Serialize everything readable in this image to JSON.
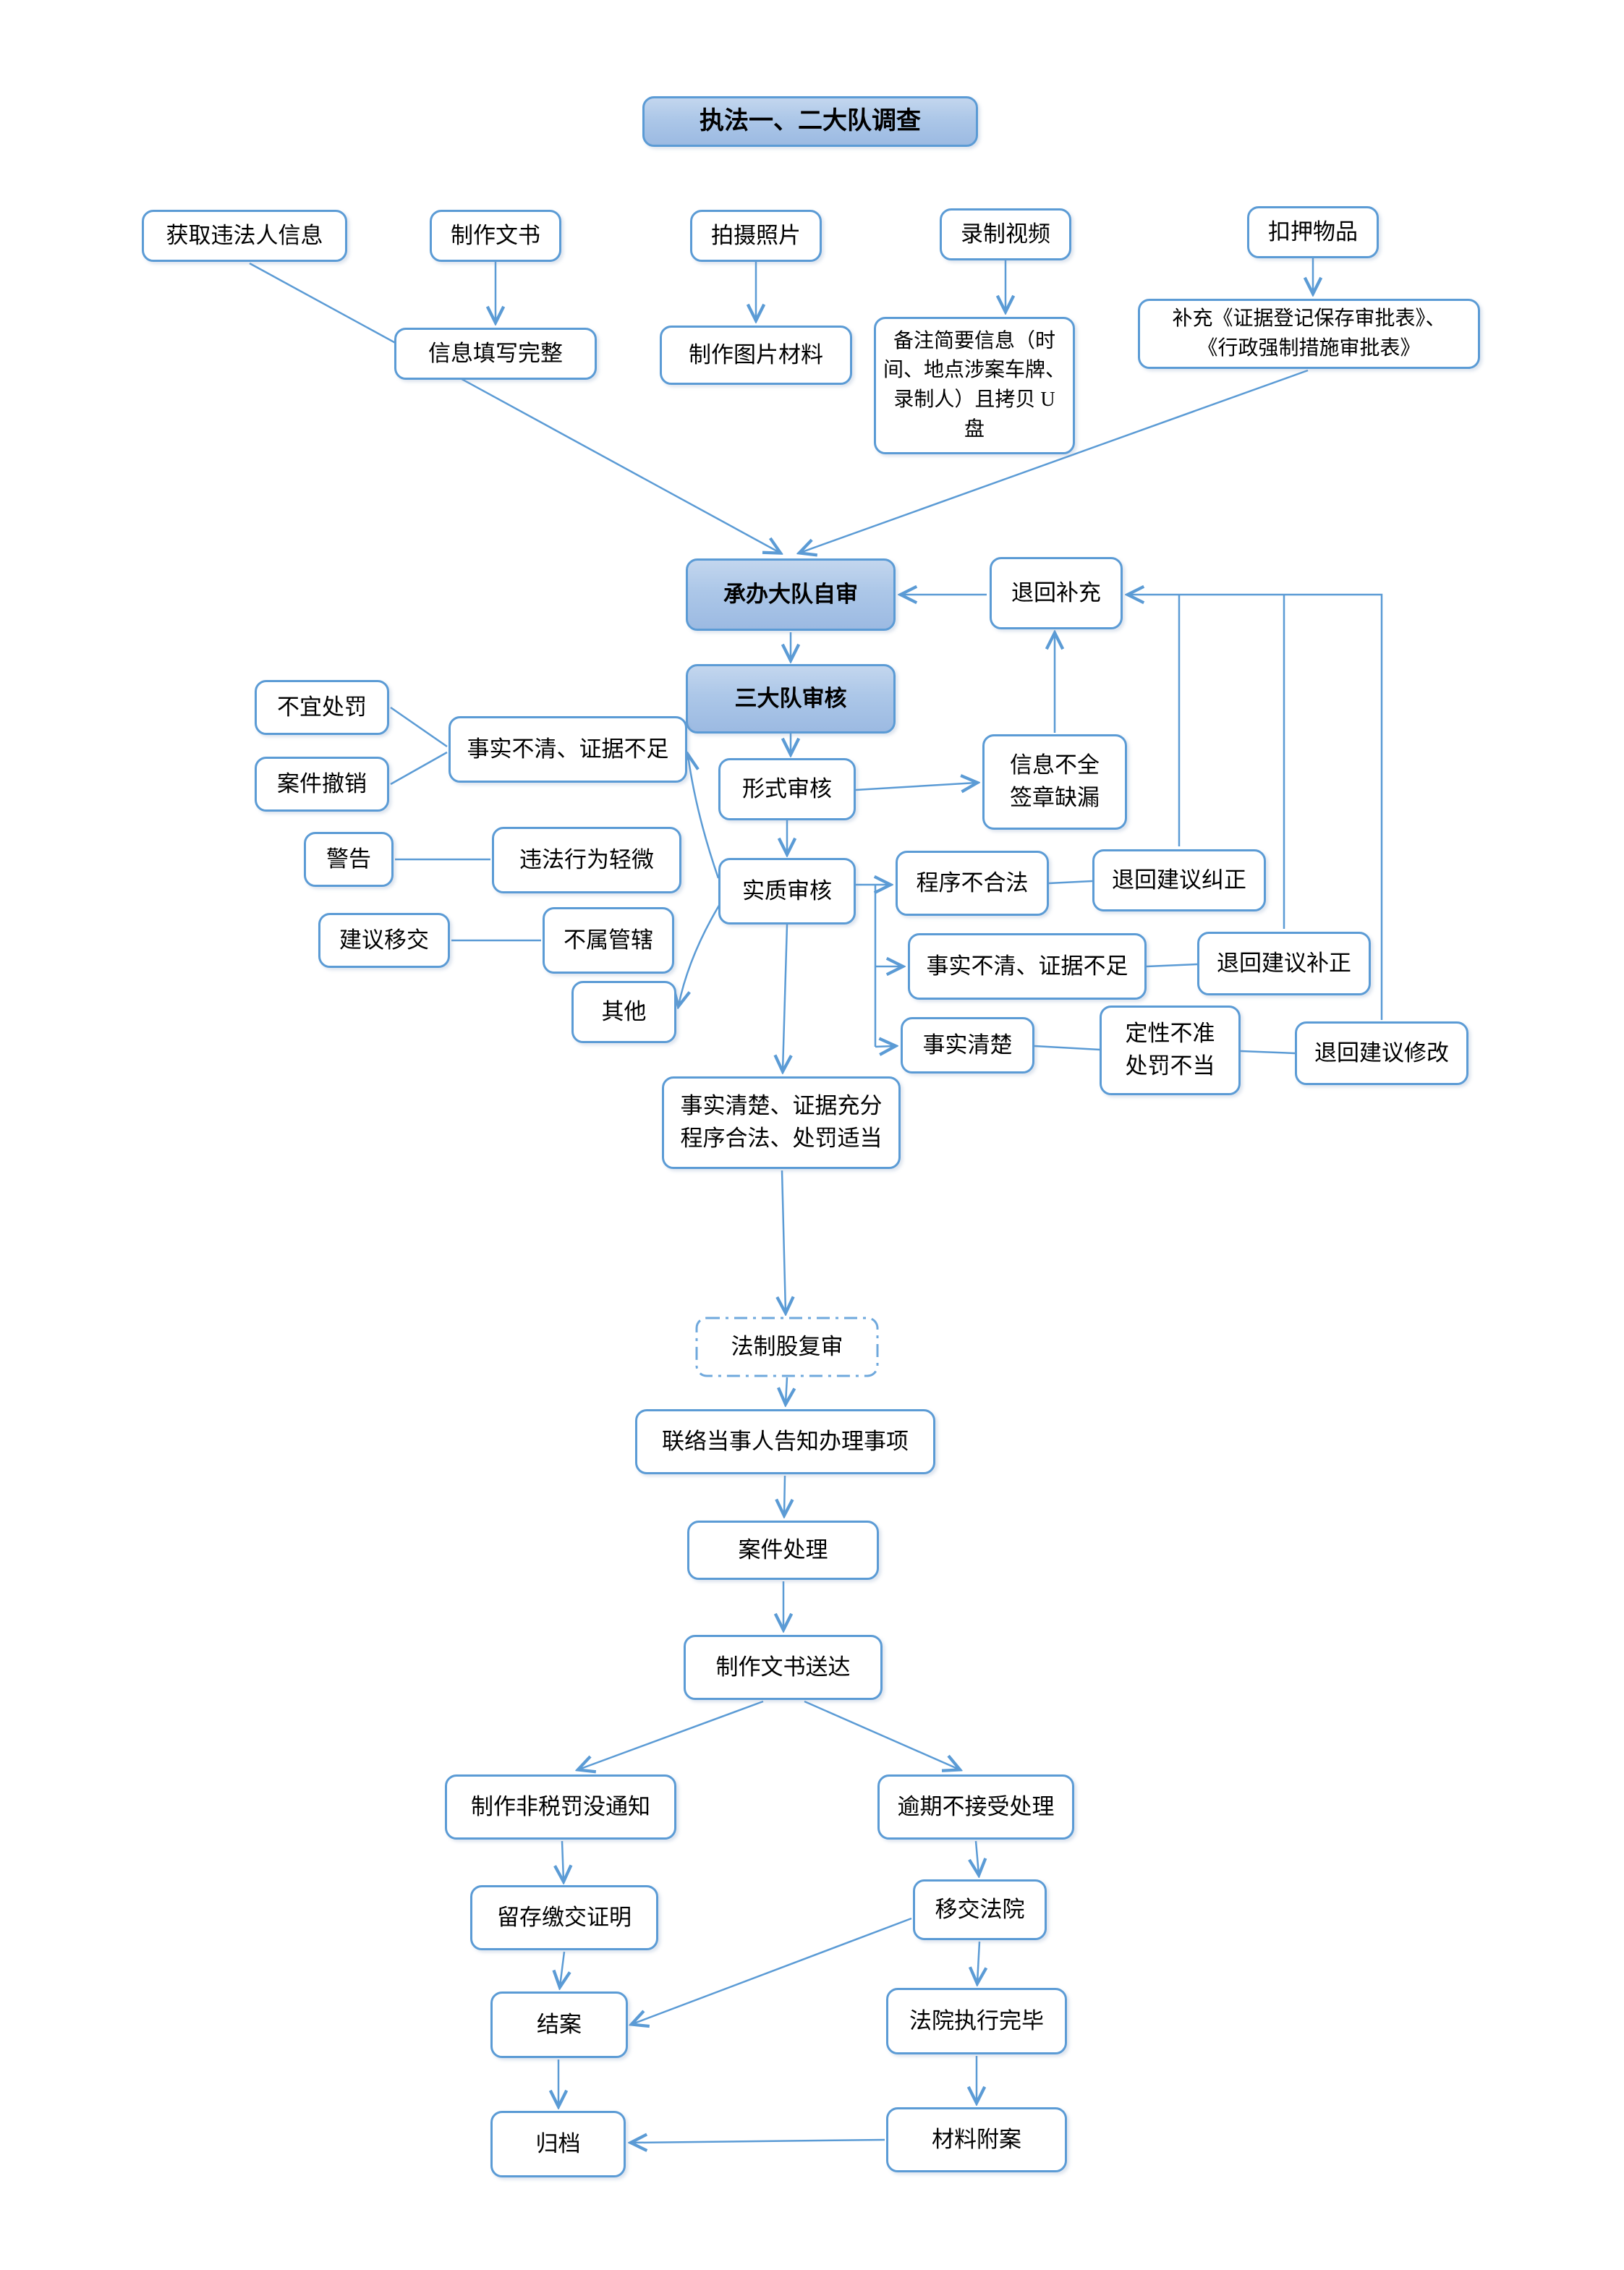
{
  "colors": {
    "line": "#5B9BD5",
    "border": "#5B9BD5",
    "dashed_border": "#6FA8DC",
    "filled_top": "#C3D6EE",
    "filled_bottom": "#9CBAE2",
    "text": "#000000",
    "background": "#FFFFFF"
  },
  "diagram": {
    "nodes": {
      "title": {
        "label": "执法一、二大队调查"
      },
      "huoqu": {
        "label": "获取违法人信息"
      },
      "zhizuo_wenshu": {
        "label": "制作文书"
      },
      "paishe": {
        "label": "拍摄照片"
      },
      "luzhi": {
        "label": "录制视频"
      },
      "kouya": {
        "label": "扣押物品"
      },
      "xinxi_tianxie": {
        "label": "信息填写完整"
      },
      "zhizuo_tupian": {
        "label": "制作图片材料"
      },
      "beizhu": {
        "label": "备注简要信息（时\n间、地点涉案车牌、\n录制人）且拷贝 U 盘"
      },
      "buchong": {
        "label": "补充《证据登记保存审批表》、\n《行政强制措施审批表》"
      },
      "chengban": {
        "label": "承办大队自审"
      },
      "tuihui_buchong": {
        "label": "退回补充"
      },
      "sandadui": {
        "label": "三大队审核"
      },
      "buyi": {
        "label": "不宜处罚"
      },
      "anjian_chexiao": {
        "label": "案件撤销"
      },
      "ssbq_left": {
        "label": "事实不清、证据不足"
      },
      "xingshi": {
        "label": "形式审核"
      },
      "xinxi_buquan": {
        "label": "信息不全\n签章缺漏"
      },
      "jinggao": {
        "label": "警告"
      },
      "weifa_qingwei": {
        "label": "违法行为轻微"
      },
      "shizhi": {
        "label": "实质审核"
      },
      "chengxu": {
        "label": "程序不合法"
      },
      "tuihui_jiuzheng": {
        "label": "退回建议纠正"
      },
      "jianyi_yijiao": {
        "label": "建议移交"
      },
      "bushu_guanxia": {
        "label": "不属管辖"
      },
      "ssbq_right": {
        "label": "事实不清、证据不足"
      },
      "tuihui_buzheng": {
        "label": "退回建议补正"
      },
      "qita": {
        "label": "其他"
      },
      "shishi_qingchu": {
        "label": "事实清楚"
      },
      "dingxing": {
        "label": "定性不准\n处罚不当"
      },
      "tuihui_xiugai": {
        "label": "退回建议修改"
      },
      "sszj": {
        "label": "事实清楚、证据充分\n程序合法、处罚适当"
      },
      "fazhigu": {
        "label": "法制股复审"
      },
      "lianluo": {
        "label": "联络当事人告知办理事项"
      },
      "anjian_chuli": {
        "label": "案件处理"
      },
      "zhizuo_songda": {
        "label": "制作文书送达"
      },
      "feishui": {
        "label": "制作非税罚没通知"
      },
      "yuqi": {
        "label": "逾期不接受处理"
      },
      "liucun": {
        "label": "留存缴交证明"
      },
      "yijiao_fayuan": {
        "label": "移交法院"
      },
      "jiean": {
        "label": "结案"
      },
      "fayuan_zhixing": {
        "label": "法院执行完毕"
      },
      "guidang": {
        "label": "归档"
      },
      "cailiao_fuan": {
        "label": "材料附案"
      }
    },
    "connections": [
      {
        "from": "zhizuo_wenshu",
        "to": "xinxi_tianxie",
        "arrow": true
      },
      {
        "from": "paishe",
        "to": "zhizuo_tupian",
        "arrow": true
      },
      {
        "from": "luzhi",
        "to": "beizhu",
        "arrow": true
      },
      {
        "from": "kouya",
        "to": "buchong",
        "arrow": true
      },
      {
        "from": "huoqu",
        "to": "chengban",
        "arrow": true
      },
      {
        "from": "buchong",
        "to": "chengban",
        "arrow": true
      },
      {
        "from": "chengban",
        "to": "sandadui",
        "arrow": true
      },
      {
        "from": "tuihui_buchong",
        "to": "chengban",
        "arrow": true
      },
      {
        "from": "xinxi_buquan",
        "to": "tuihui_buchong",
        "arrow": true
      },
      {
        "from": "tuihui_jiuzheng",
        "to": "tuihui_buchong",
        "arrow": true
      },
      {
        "from": "tuihui_buzheng",
        "to": "tuihui_buchong",
        "arrow": true
      },
      {
        "from": "tuihui_xiugai",
        "to": "tuihui_buchong",
        "arrow": true
      },
      {
        "from": "sandadui",
        "to": "xingshi",
        "arrow": true
      },
      {
        "from": "xingshi",
        "to": "xinxi_buquan",
        "arrow": true
      },
      {
        "from": "xingshi",
        "to": "shizhi",
        "arrow": true
      },
      {
        "from": "shizhi",
        "to": "chengxu",
        "arrow": true
      },
      {
        "from": "shizhi",
        "to": "ssbq_right",
        "arrow": true
      },
      {
        "from": "shizhi",
        "to": "shishi_qingchu",
        "arrow": true
      },
      {
        "from": "shizhi",
        "to": "ssbq_left",
        "arrow": true
      },
      {
        "from": "shizhi",
        "to": "qita",
        "arrow": true
      },
      {
        "from": "shizhi",
        "to": "sszj",
        "arrow": true
      },
      {
        "from": "chengxu",
        "to": "tuihui_jiuzheng",
        "arrow": false
      },
      {
        "from": "ssbq_right",
        "to": "tuihui_buzheng",
        "arrow": false
      },
      {
        "from": "shishi_qingchu",
        "to": "dingxing",
        "arrow": false
      },
      {
        "from": "dingxing",
        "to": "tuihui_xiugai",
        "arrow": false
      },
      {
        "from": "buyi",
        "to": "ssbq_left",
        "arrow": false
      },
      {
        "from": "anjian_chexiao",
        "to": "ssbq_left",
        "arrow": false
      },
      {
        "from": "jinggao",
        "to": "weifa_qingwei",
        "arrow": false
      },
      {
        "from": "jianyi_yijiao",
        "to": "bushu_guanxia",
        "arrow": false
      },
      {
        "from": "sszj",
        "to": "fazhigu",
        "arrow": true
      },
      {
        "from": "fazhigu",
        "to": "lianluo",
        "arrow": true
      },
      {
        "from": "lianluo",
        "to": "anjian_chuli",
        "arrow": true
      },
      {
        "from": "anjian_chuli",
        "to": "zhizuo_songda",
        "arrow": true
      },
      {
        "from": "zhizuo_songda",
        "to": "feishui",
        "arrow": true
      },
      {
        "from": "zhizuo_songda",
        "to": "yuqi",
        "arrow": true
      },
      {
        "from": "feishui",
        "to": "liucun",
        "arrow": true
      },
      {
        "from": "liucun",
        "to": "jiean",
        "arrow": true
      },
      {
        "from": "yuqi",
        "to": "yijiao_fayuan",
        "arrow": true
      },
      {
        "from": "yijiao_fayuan",
        "to": "fayuan_zhixing",
        "arrow": true
      },
      {
        "from": "yijiao_fayuan",
        "to": "jiean",
        "arrow": true
      },
      {
        "from": "fayuan_zhixing",
        "to": "cailiao_fuan",
        "arrow": true
      },
      {
        "from": "cailiao_fuan",
        "to": "guidang",
        "arrow": true
      },
      {
        "from": "jiean",
        "to": "guidang",
        "arrow": true
      }
    ]
  }
}
